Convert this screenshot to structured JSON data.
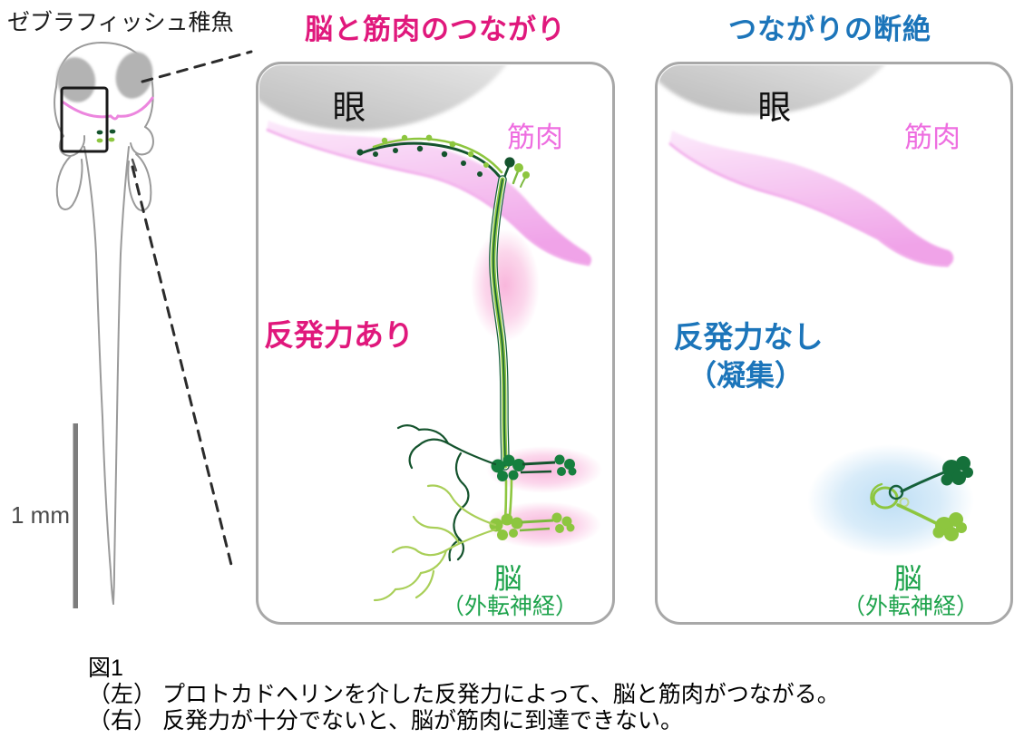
{
  "figure": {
    "specimen_label": "ゼブラフィッシュ稚魚",
    "scale_bar_label": "1 mm",
    "caption": {
      "number": "図1",
      "left_note": "（左） プロトカドヘリンを介した反発力によって、脳と筋肉がつながる。",
      "right_note": "（右） 反発力が十分でないと、脳が筋肉に到達できない。"
    }
  },
  "panels": {
    "connected": {
      "title": "脳と筋肉のつながり",
      "eye_label": "眼",
      "muscle_label": "筋肉",
      "state_label": "反発力あり",
      "brain_label": "脳",
      "nerve_label": "（外転神経）"
    },
    "disconnected": {
      "title": "つながりの断絶",
      "eye_label": "眼",
      "muscle_label": "筋肉",
      "state_label": "反発力なし",
      "state_sublabel": "（凝集）",
      "brain_label": "脳",
      "nerve_label": "（外転神経）"
    }
  },
  "colors": {
    "connected_accent": "#e0187c",
    "disconnected_accent": "#1c75ba",
    "brain_green": "#1ea34c",
    "nerve_dark_green": "#14532d",
    "nerve_light_green": "#8dc63f",
    "muscle_pink": "#f3a7ec",
    "eye_gray": "#bdbdbd"
  }
}
